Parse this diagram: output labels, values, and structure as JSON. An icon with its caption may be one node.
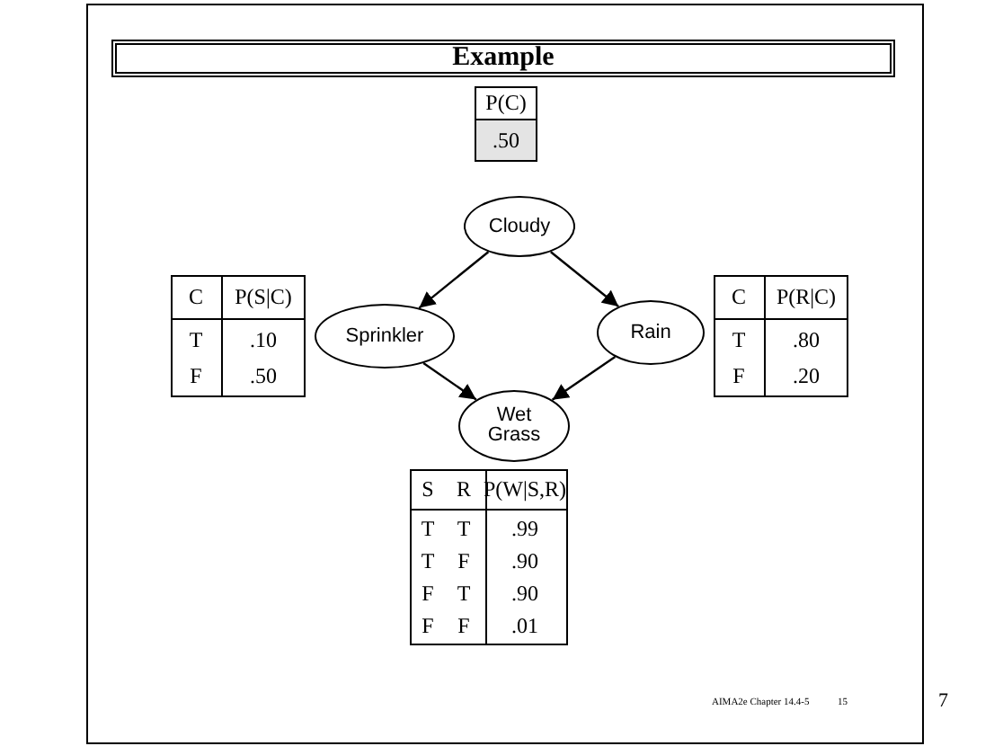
{
  "diagram": {
    "title": "Example",
    "nodes": [
      {
        "text": [
          "Cloudy"
        ]
      },
      {
        "text": [
          "Sprinkler"
        ]
      },
      {
        "text": [
          "Rain"
        ]
      },
      {
        "text": [
          "Wet Grass"
        ]
      }
    ],
    "edges": [
      {
        "from": 0,
        "to": 1,
        "arrow": "to"
      },
      {
        "from": 0,
        "to": 2,
        "arrow": "to"
      },
      {
        "from": 1,
        "to": 3,
        "arrow": "to"
      },
      {
        "from": 2,
        "to": 3,
        "arrow": "to"
      }
    ],
    "labels": [
      "P(C)",
      ".50",
      "C",
      "P(S|C)",
      "T",
      ".10",
      "F",
      ".50",
      "C",
      "P(R|C)",
      "T",
      ".80",
      "F",
      ".20",
      "S",
      "R",
      "P(W|S,R)",
      "T",
      "T",
      ".99",
      "T",
      "F",
      ".90",
      "F",
      "T",
      ".90",
      "F",
      "F",
      ".01",
      "AIMA2e Chapter 14.4-5",
      "15",
      "7"
    ]
  }
}
